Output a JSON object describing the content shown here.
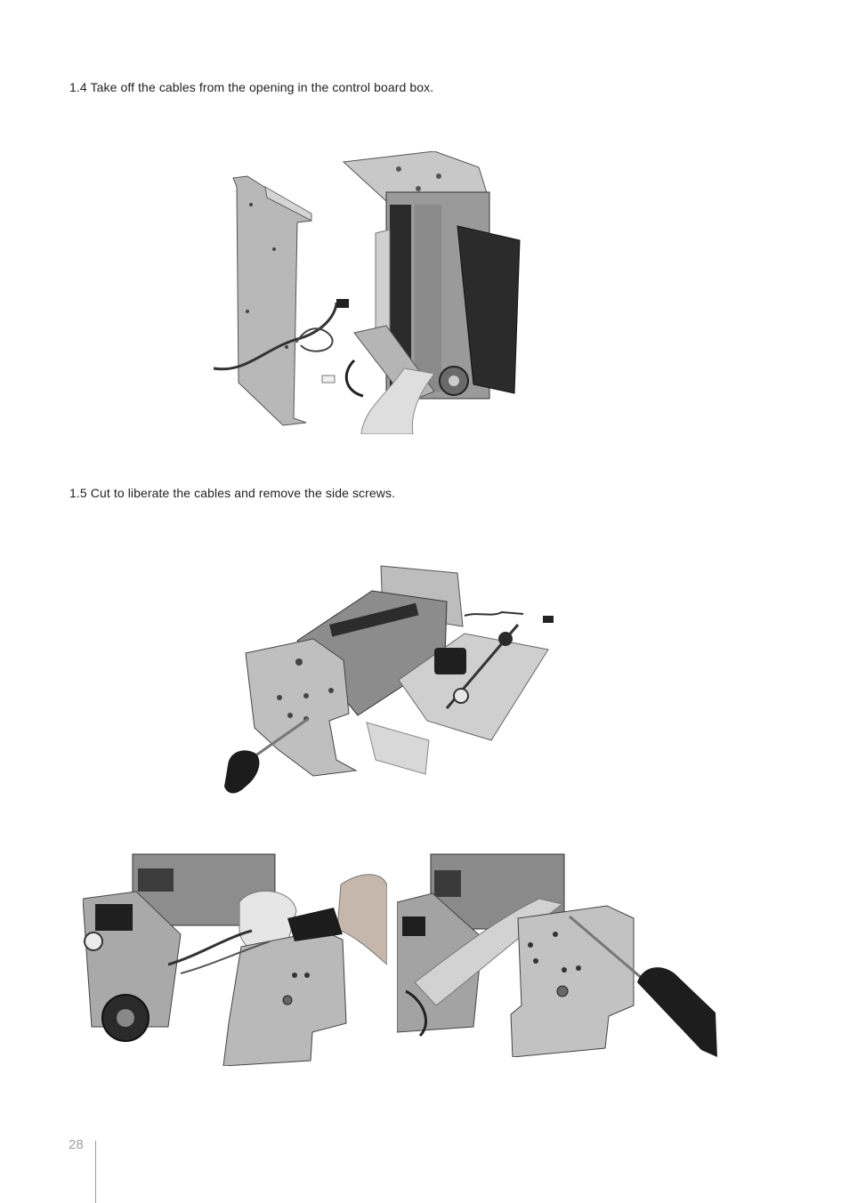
{
  "steps": {
    "step_1_4": "1.4 Take off the cables from the opening in the control board box.",
    "step_1_5": "1.5 Cut to liberate the cables and remove the side screws."
  },
  "footer": {
    "page_number": "28"
  }
}
